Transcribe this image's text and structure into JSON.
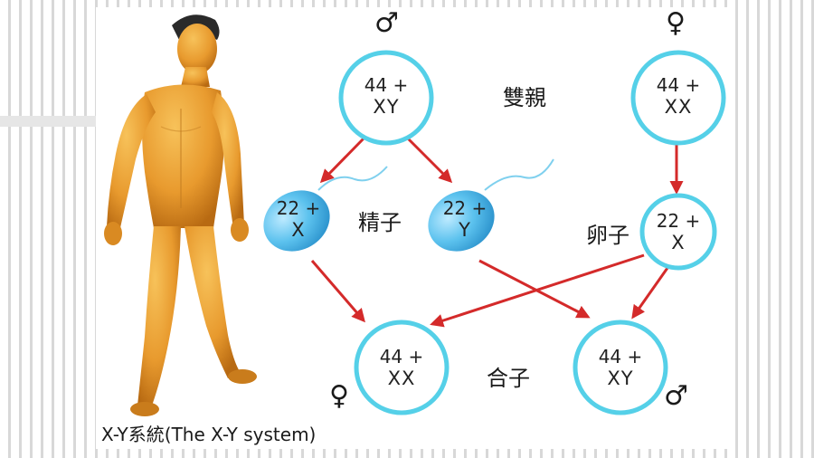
{
  "diagram": {
    "caption": "X-Y系統(The X-Y system)",
    "labels": {
      "parents": "雙親",
      "sperm": "精子",
      "egg": "卵子",
      "zygote": "合子"
    },
    "symbols": {
      "male": "♂",
      "female": "♀"
    },
    "cells": {
      "father": {
        "top": "44 +",
        "bottom": "XY"
      },
      "mother": {
        "top": "44 +",
        "bottom": "XX"
      },
      "sperm_x": {
        "top": "22 +",
        "bottom": "X"
      },
      "sperm_y": {
        "top": "22 +",
        "bottom": "Y"
      },
      "egg": {
        "top": "22 +",
        "bottom": "X"
      },
      "daughter": {
        "top": "44 +",
        "bottom": "XX"
      },
      "son": {
        "top": "44 +",
        "bottom": "XY"
      }
    },
    "colors": {
      "cell_ring": "#55d0e8",
      "sperm_fill": "#4fb8e6",
      "arrow": "#d42a2a",
      "skin": "#e89a2e"
    }
  }
}
